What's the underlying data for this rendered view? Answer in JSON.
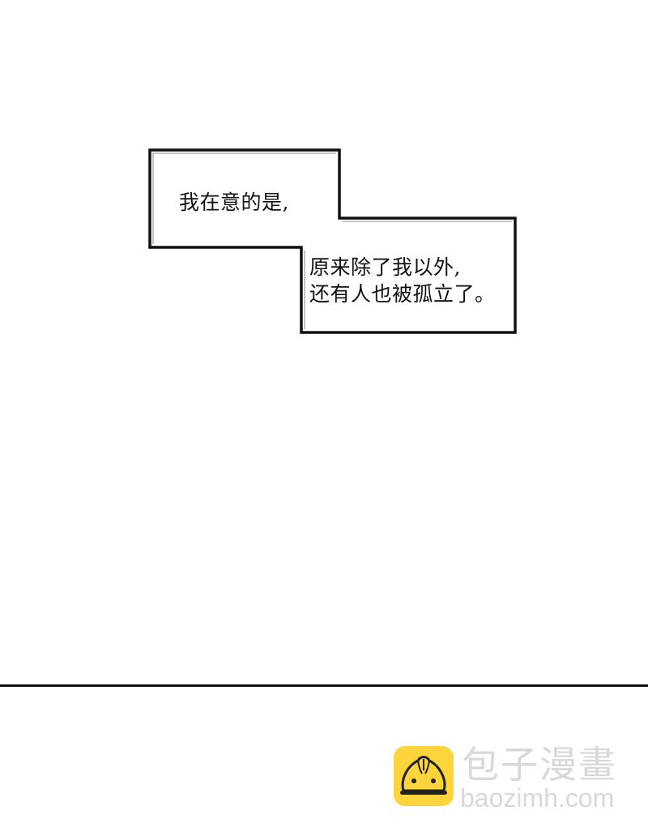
{
  "caption": {
    "box1": {
      "line1": "我在意的是,"
    },
    "box2": {
      "line1": "原来除了我以外,",
      "line2": "还有人也被孤立了。"
    }
  },
  "watermark": {
    "icon": "steamed-bun-icon",
    "name": "包子漫畫",
    "url": "baozimh.com",
    "accent": "#fcd43b",
    "text_color": "#d8d8d8"
  }
}
